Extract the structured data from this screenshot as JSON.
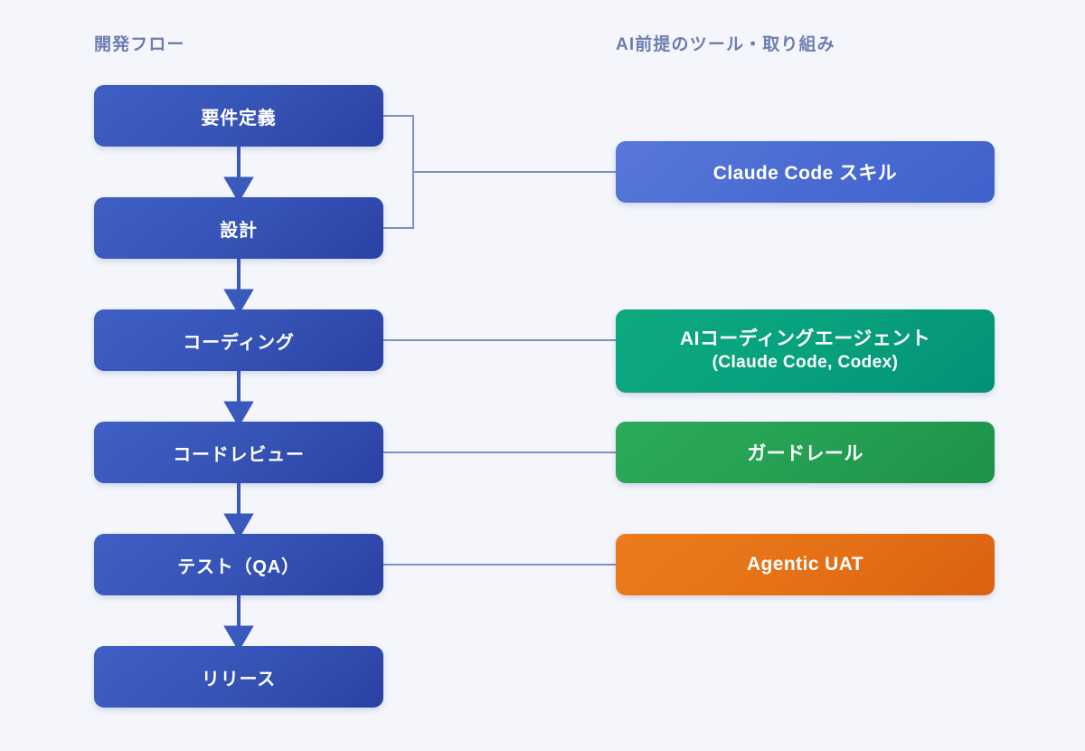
{
  "diagram": {
    "background_color": "#f4f6fc",
    "columns": {
      "flow_header": "開発フロー",
      "tools_header": "AI前提のツール・取り組み"
    },
    "flow_nodes": [
      {
        "id": "req",
        "label": "要件定義",
        "color": "#3755b8"
      },
      {
        "id": "design",
        "label": "設計",
        "color": "#3755b8"
      },
      {
        "id": "coding",
        "label": "コーディング",
        "color": "#3755b8"
      },
      {
        "id": "review",
        "label": "コードレビュー",
        "color": "#3755b8"
      },
      {
        "id": "test",
        "label": "テスト（QA）",
        "color": "#3755b8"
      },
      {
        "id": "release",
        "label": "リリース",
        "color": "#3755b8"
      }
    ],
    "tool_nodes": [
      {
        "id": "skill",
        "label": "Claude Code スキル",
        "sublabel": "",
        "color": "#4a6cd2"
      },
      {
        "id": "agent",
        "label": "AIコーディングエージェント",
        "sublabel": "(Claude Code, Codex)",
        "color": "#08a17d"
      },
      {
        "id": "guard",
        "label": "ガードレール",
        "sublabel": "",
        "color": "#25a052"
      },
      {
        "id": "uat",
        "label": "Agentic UAT",
        "sublabel": "",
        "color": "#e57117"
      }
    ],
    "connectors": {
      "line_color": "#7d8fc4",
      "arrow_color": "#3a59bd",
      "flow_arrows": [
        {
          "from": "req",
          "to": "design"
        },
        {
          "from": "design",
          "to": "coding"
        },
        {
          "from": "coding",
          "to": "review"
        },
        {
          "from": "review",
          "to": "test"
        },
        {
          "from": "test",
          "to": "release"
        }
      ],
      "cross_links": [
        {
          "from": [
            "req",
            "design"
          ],
          "to": "skill",
          "style": "bracket"
        },
        {
          "from": [
            "coding"
          ],
          "to": "agent",
          "style": "straight"
        },
        {
          "from": [
            "review"
          ],
          "to": "guard",
          "style": "straight"
        },
        {
          "from": [
            "test"
          ],
          "to": "uat",
          "style": "straight"
        }
      ]
    }
  }
}
